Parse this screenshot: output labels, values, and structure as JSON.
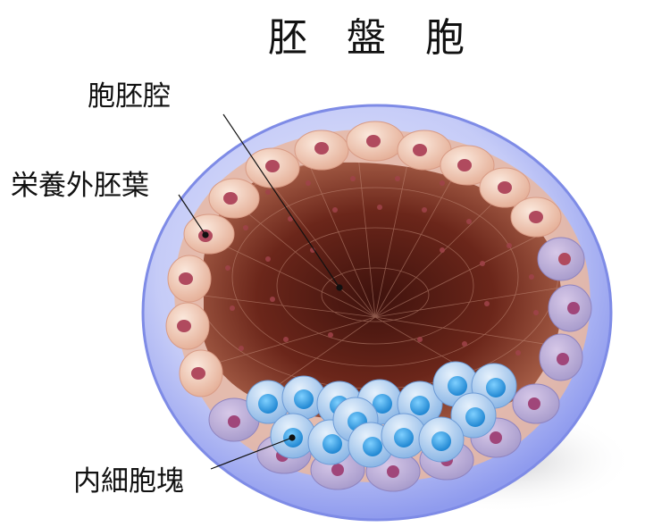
{
  "title": {
    "chars": [
      "胚",
      "盤",
      "胞"
    ]
  },
  "labels": {
    "blastocoel": "胞胚腔",
    "trophectoderm": "栄養外胚葉",
    "inner_cell_mass": "内細胞塊"
  },
  "colors": {
    "zona": "#9aa6f2",
    "cavity_dark": "#5a1f17",
    "cavity_light": "#a35a45",
    "trophoblast_cell": "#f1c9b4",
    "trophoblast_nucleus": "#b04a5e",
    "icm_cell": "#9cc6ee",
    "icm_nucleus": "#3a9fe0"
  }
}
